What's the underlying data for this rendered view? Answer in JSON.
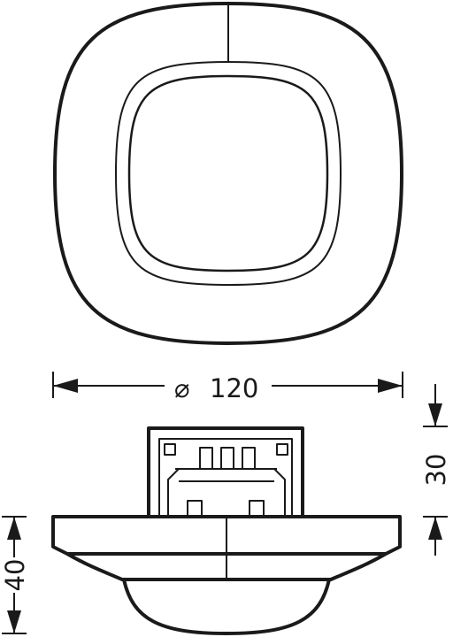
{
  "dimensions": {
    "diameter": {
      "symbol": "⌀",
      "value": "120"
    },
    "body_height": {
      "value": "30"
    },
    "total_height": {
      "value": "40"
    }
  },
  "colors": {
    "line": "#1a1a1a",
    "background": "#ffffff"
  }
}
